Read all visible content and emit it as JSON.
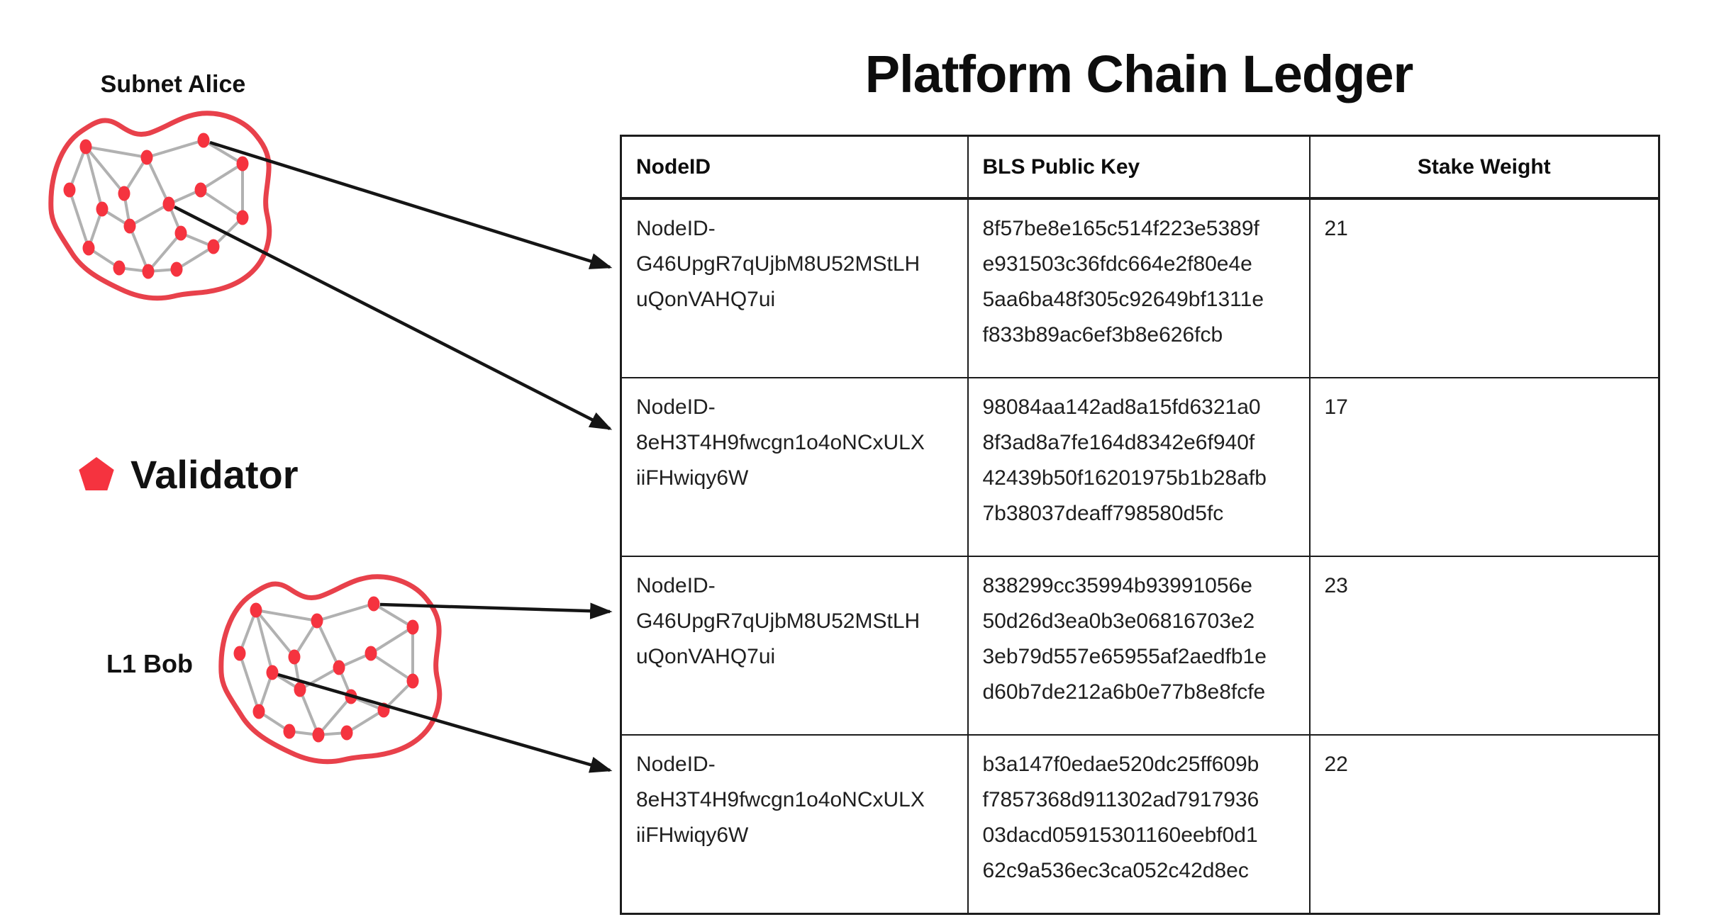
{
  "title": "Platform Chain Ledger",
  "clusters": {
    "alice": {
      "label": "Subnet Alice"
    },
    "bob": {
      "label": "L1 Bob"
    }
  },
  "legend": {
    "label": "Validator"
  },
  "table": {
    "headers": [
      "NodeID",
      "BLS Public Key",
      "Stake Weight"
    ],
    "rows": [
      {
        "node_id": "NodeID-\nG46UpgR7qUjbM8U52MStLH\nuQonVAHQ7ui",
        "bls_public_key": "8f57be8e165c514f223e5389f\ne931503c36fdc664e2f80e4e\n5aa6ba48f305c92649bf1311e\nf833b89ac6ef3b8e626fcb",
        "stake_weight": "21"
      },
      {
        "node_id": "NodeID-\n8eH3T4H9fwcgn1o4oNCxULX\niiFHwiqy6W",
        "bls_public_key": "98084aa142ad8a15fd6321a0\n8f3ad8a7fe164d8342e6f940f\n42439b50f16201975b1b28afb\n7b38037deaff798580d5fc",
        "stake_weight": "17"
      },
      {
        "node_id": "NodeID-\nG46UpgR7qUjbM8U52MStLH\nuQonVAHQ7ui",
        "bls_public_key": "838299cc35994b93991056e\n50d26d3ea0b3e06816703e2\n3eb79d557e65955af2aedfb1e\nd60b7de212a6b0e77b8e8fcfe",
        "stake_weight": "23"
      },
      {
        "node_id": "NodeID-\n8eH3T4H9fwcgn1o4oNCxULX\niiFHwiqy6W",
        "bls_public_key": "b3a147f0edae520dc25ff609b\nf7857368d911302ad7917936\n03dacd05915301160eebf0d1\n62c9a536ec3ca052c42d8ec",
        "stake_weight": "22"
      }
    ]
  },
  "colors": {
    "validator_red": "#F5333F",
    "cluster_outline_red": "#E8414B",
    "edge_gray": "#B1B1B1",
    "arrow_black": "#151515",
    "table_border": "#1C1C1C",
    "text_black": "#1F1F1F"
  }
}
